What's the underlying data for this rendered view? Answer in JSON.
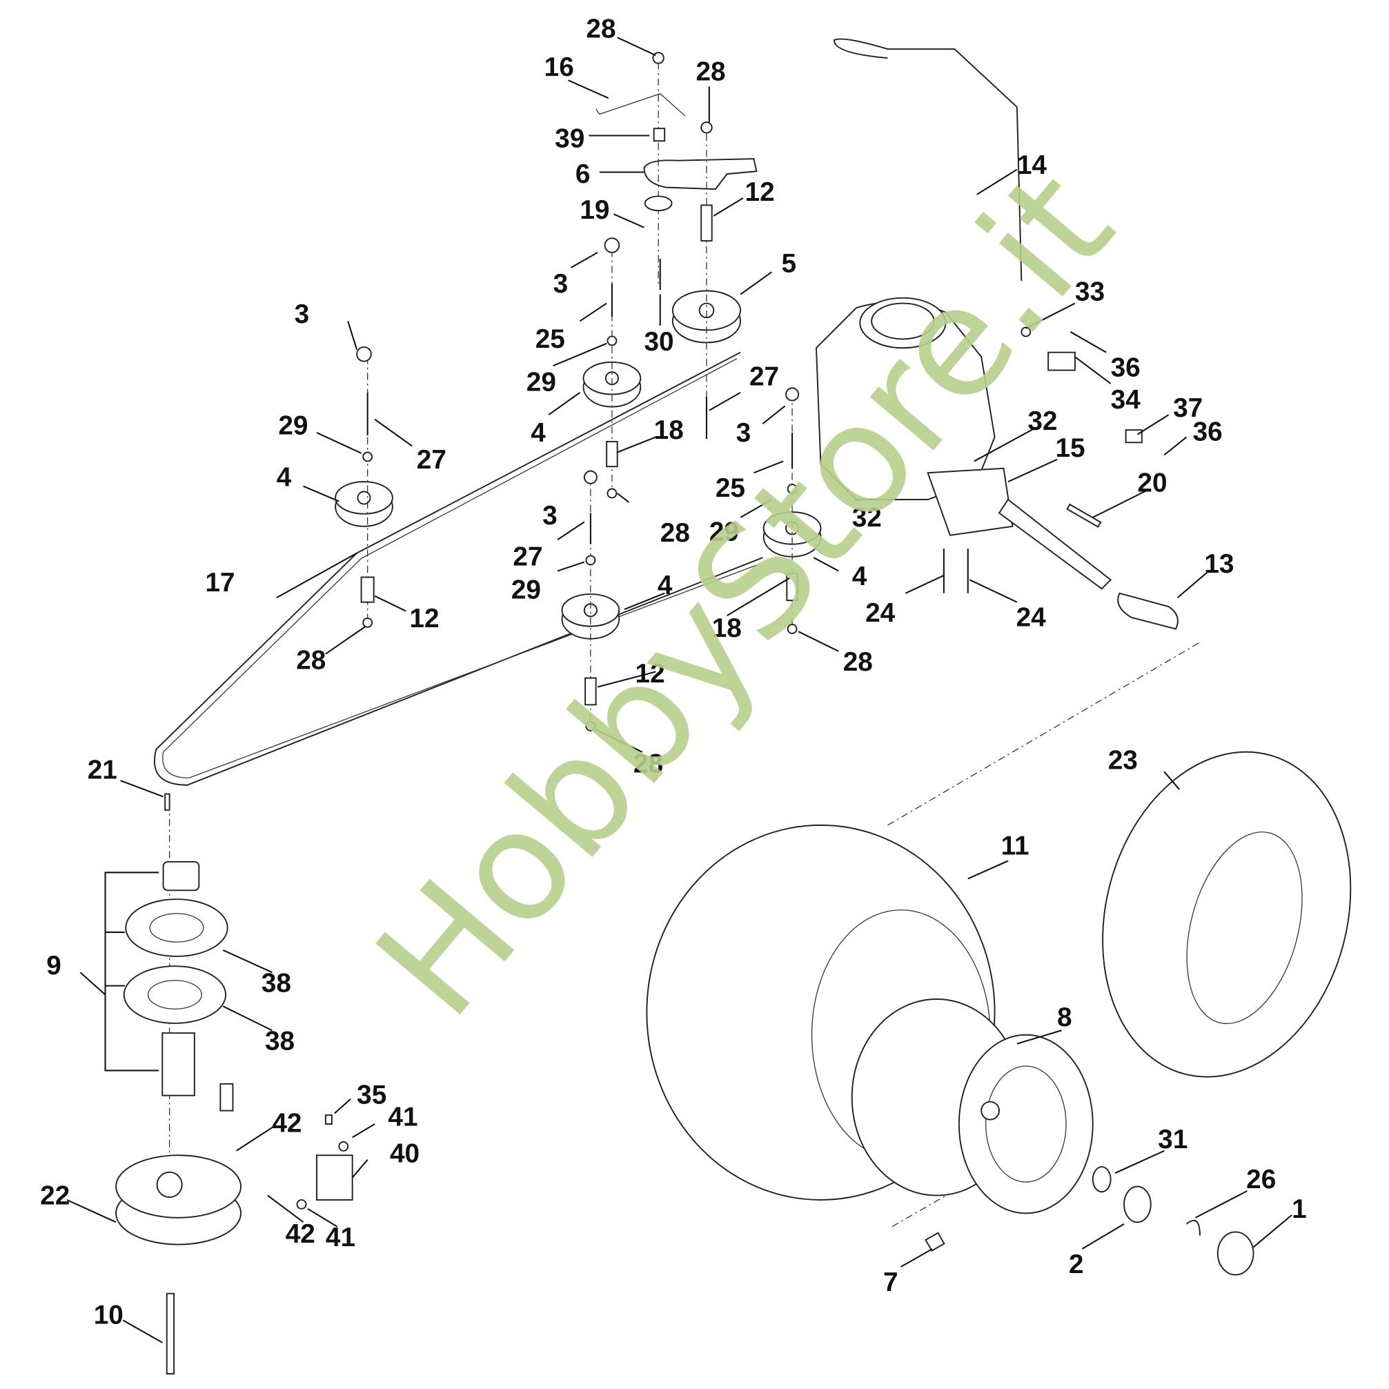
{
  "diagram": {
    "title": "Transmission / drive belt exploded parts diagram",
    "watermark": "HobbyStore.it",
    "watermark_color": "#b5d08a",
    "callouts": [
      "28",
      "16",
      "28",
      "39",
      "6",
      "12",
      "19",
      "14",
      "3",
      "5",
      "25",
      "30",
      "33",
      "3",
      "29",
      "36",
      "27",
      "34",
      "29",
      "4",
      "27",
      "37",
      "18",
      "36",
      "32",
      "3",
      "4",
      "3",
      "15",
      "25",
      "29",
      "28",
      "20",
      "27",
      "29",
      "4",
      "17",
      "12",
      "4",
      "32",
      "13",
      "24",
      "24",
      "28",
      "18",
      "28",
      "12",
      "28",
      "21",
      "23",
      "11",
      "9",
      "38",
      "38",
      "8",
      "35",
      "42",
      "41",
      "22",
      "40",
      "31",
      "42",
      "41",
      "26",
      "1",
      "2",
      "7",
      "10"
    ]
  }
}
